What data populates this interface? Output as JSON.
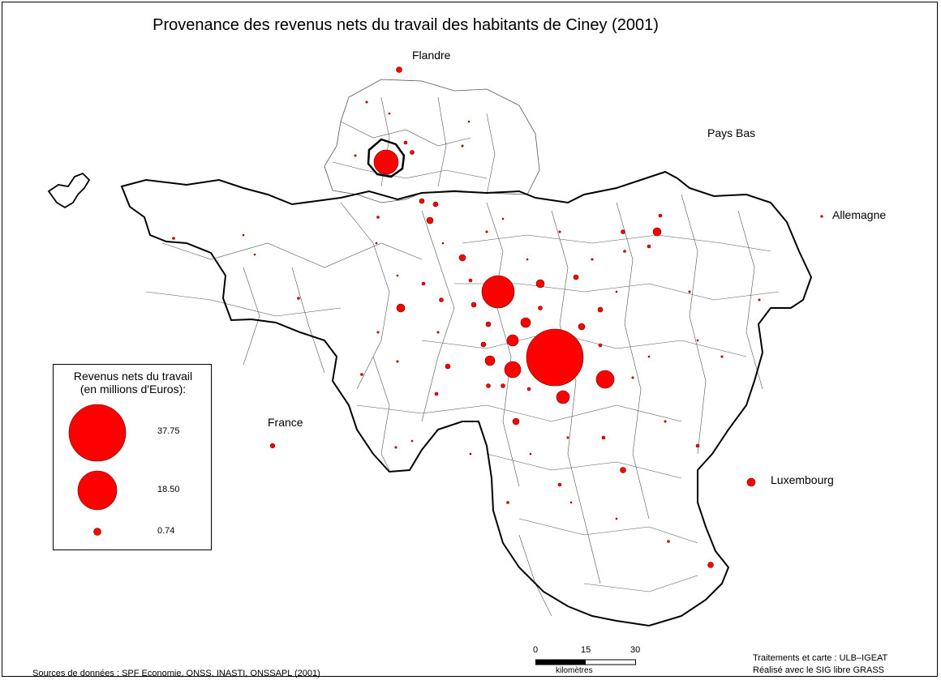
{
  "title": "Provenance des revenus nets du travail des habitants de Ciney (2001)",
  "countries": {
    "flandre": "Flandre",
    "pays_bas": "Pays Bas",
    "allemagne": "Allemagne",
    "france": "France",
    "luxembourg": "Luxembourg"
  },
  "legend": {
    "title_line1": "Revenus nets du travail",
    "title_line2": "(en millions d'Euros):",
    "values": [
      "37.75",
      "18.50",
      "0.74"
    ]
  },
  "scale": {
    "ticks": [
      "0",
      "15",
      "30"
    ],
    "unit": "kilomètres"
  },
  "source": "Sources de données : SPF Economie, ONSS, INASTI, ONSSAPL (2001)",
  "credits": {
    "line1": "Traitements et carte : ULB–IGEAT",
    "line2": "Réalisé avec le SIG libre GRASS"
  },
  "colors": {
    "symbol": "#ff0000",
    "outline": "#000000"
  }
}
